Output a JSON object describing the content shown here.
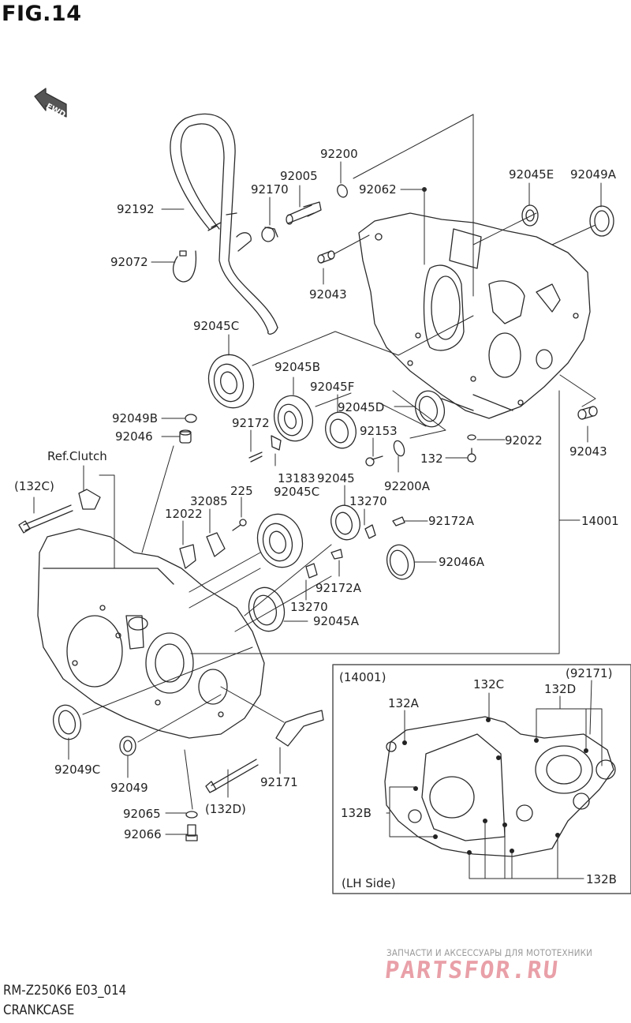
{
  "figure": {
    "title": "FIG.14",
    "fwd_label": "FWD"
  },
  "labels": {
    "p92192": "92192",
    "p92072": "92072",
    "p92170": "92170",
    "p92005": "92005",
    "p92200": "92200",
    "p92062": "92062",
    "p92043_top": "92043",
    "p92045E": "92045E",
    "p92049A": "92049A",
    "p92045C_top": "92045C",
    "p92045B": "92045B",
    "p92045F": "92045F",
    "p92045D": "92045D",
    "p92049B": "92049B",
    "p92046": "92046",
    "p92172": "92172",
    "p92153": "92153",
    "p92022": "92022",
    "p92043_right": "92043",
    "p132": "132",
    "p13183": "13183",
    "p92200A": "92200A",
    "ref_clutch": "Ref.Clutch",
    "p132C_paren": "(132C)",
    "p225": "225",
    "p32085": "32085",
    "p92045": "92045",
    "p92045C_mid": "92045C",
    "p13270_a": "13270",
    "p12022": "12022",
    "p92172A_a": "92172A",
    "p14001": "14001",
    "p92046A": "92046A",
    "p92172A_b": "92172A",
    "p13270_b": "13270",
    "p92045A": "92045A",
    "p92049C": "92049C",
    "p92049": "92049",
    "p92171": "92171",
    "p132D_paren": "(132D)",
    "p92065": "92065",
    "p92066": "92066"
  },
  "inset": {
    "title": "(14001)",
    "side": "(LH Side)",
    "p132A": "132A",
    "p132C": "132C",
    "p132D": "132D",
    "p92171_paren": "(92171)",
    "p132B_left": "132B",
    "p132B_bottom": "132B"
  },
  "footer": {
    "model_code": "RM-Z250K6 E03_014",
    "section_name": "CRANKCASE"
  },
  "watermark": {
    "tagline": "ЗАПЧАСТИ И АКСЕССУАРЫ ДЛЯ МОТОТЕХНИКИ",
    "site": "PARTSFOR.RU",
    "color": "#e9a0a8"
  }
}
